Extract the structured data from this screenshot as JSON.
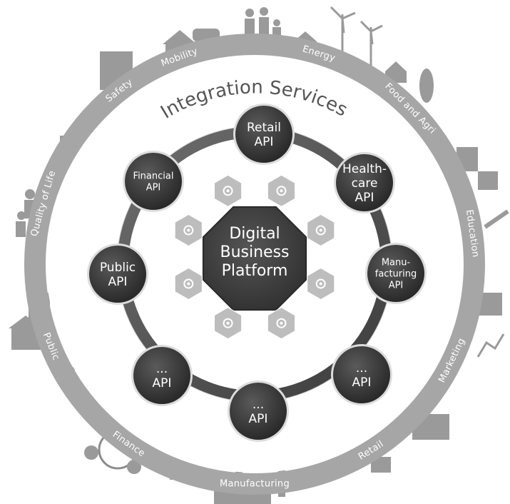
{
  "title": "Integration Services",
  "core": {
    "lines": [
      "Digital",
      "Business",
      "Platform"
    ]
  },
  "sectors": [
    "Mobility",
    "Energy",
    "Food and Agri",
    "Education",
    "Marketing",
    "Retail",
    "Manufacturing",
    "Finance",
    "Public",
    "Quality of Life",
    "Safety"
  ],
  "apis": [
    {
      "lines": [
        "Retail",
        "API"
      ]
    },
    {
      "lines": [
        "Health-",
        "care",
        "API"
      ]
    },
    {
      "lines": [
        "Manu-",
        "facturing",
        "API"
      ]
    },
    {
      "lines": [
        "...",
        "API"
      ]
    },
    {
      "lines": [
        "...",
        "API"
      ]
    },
    {
      "lines": [
        "...",
        "API"
      ]
    },
    {
      "lines": [
        "Public",
        "API"
      ]
    },
    {
      "lines": [
        "Financial",
        "API"
      ]
    }
  ],
  "hex_icons": [
    "network-icon",
    "grid-dots-icon",
    "gear-network-icon",
    "compass-icon",
    "document-list-icon",
    "globe-network-icon",
    "flow-chart-icon",
    "people-gear-icon"
  ],
  "colors": {
    "outer_ring": "#a6a6a6",
    "inner_ring": "#555555",
    "api_node": "#3a3a3a",
    "core": "#3c3c3c",
    "hex_icon": "#bdbdbd"
  }
}
